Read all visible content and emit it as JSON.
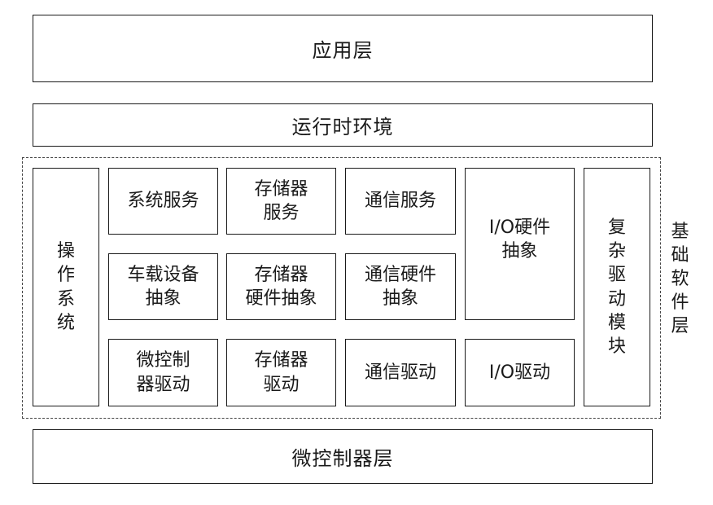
{
  "layers": {
    "app": "应用层",
    "runtime": "运行时环境",
    "mcu_layer": "微控制器层"
  },
  "bsw": {
    "label": "基础软件层",
    "os": "操作系统",
    "complex_driver": "复杂驱动模块",
    "services": {
      "system": "系统服务",
      "memory": "存储器\n服务",
      "comm": "通信服务"
    },
    "abstraction": {
      "onboard": "车载设备\n抽象",
      "memory": "存储器\n硬件抽象",
      "comm": "通信硬件\n抽象",
      "io": "I/O硬件\n抽象"
    },
    "drivers": {
      "mcu": "微控制\n器驱动",
      "memory": "存储器\n驱动",
      "comm": "通信驱动",
      "io": "I/O驱动"
    }
  }
}
